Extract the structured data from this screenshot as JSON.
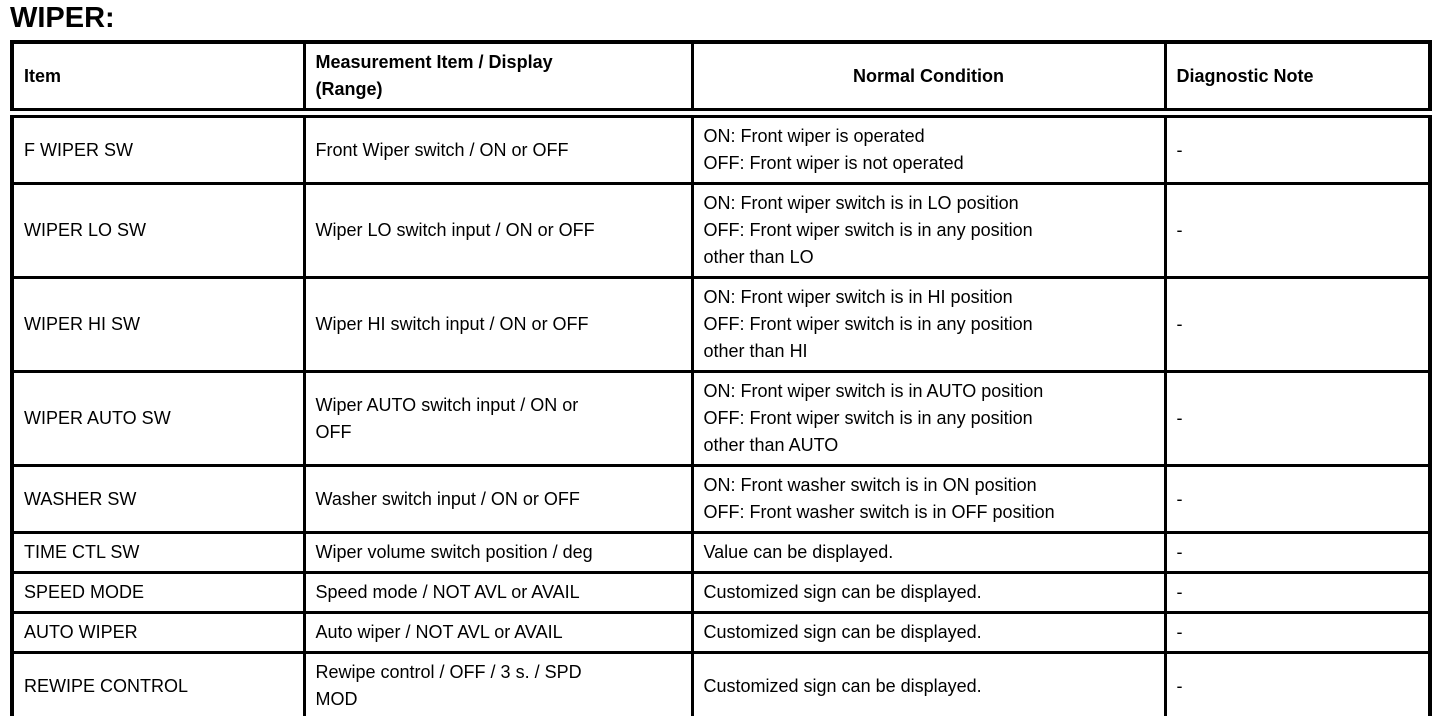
{
  "title": "WIPER:",
  "table": {
    "headers": {
      "item": "Item",
      "measurement": "Measurement Item / Display\n(Range)",
      "normal_condition": "Normal Condition",
      "diagnostic_note": "Diagnostic Note"
    },
    "rows": [
      {
        "item": "F WIPER SW",
        "measurement": "Front Wiper switch / ON or OFF",
        "normal_condition": "ON: Front wiper is operated\nOFF: Front wiper is not operated",
        "diagnostic_note": "-"
      },
      {
        "item": "WIPER LO SW",
        "measurement": "Wiper LO switch input / ON or OFF",
        "normal_condition": "ON: Front wiper switch is in LO position\nOFF: Front wiper switch is in any position\nother than LO",
        "diagnostic_note": "-"
      },
      {
        "item": "WIPER HI SW",
        "measurement": "Wiper HI switch input / ON or OFF",
        "normal_condition": "ON: Front wiper switch is in HI position\nOFF: Front wiper switch is in any position\nother than HI",
        "diagnostic_note": "-"
      },
      {
        "item": "WIPER AUTO SW",
        "measurement": "Wiper AUTO switch input / ON or\nOFF",
        "normal_condition": "ON: Front wiper switch is in AUTO position\nOFF: Front wiper switch is in any position\nother than AUTO",
        "diagnostic_note": "-"
      },
      {
        "item": "WASHER SW",
        "measurement": "Washer switch input / ON or OFF",
        "normal_condition": "ON: Front washer switch is in ON position\nOFF: Front washer switch is in OFF position",
        "diagnostic_note": "-"
      },
      {
        "item": "TIME CTL SW",
        "measurement": "Wiper volume switch position / deg",
        "normal_condition": "Value can be displayed.",
        "diagnostic_note": "-"
      },
      {
        "item": "SPEED MODE",
        "measurement": "Speed mode / NOT AVL or AVAIL",
        "normal_condition": "Customized sign can be displayed.",
        "diagnostic_note": "-"
      },
      {
        "item": "AUTO WIPER",
        "measurement": "Auto wiper / NOT AVL or AVAIL",
        "normal_condition": "Customized sign can be displayed.",
        "diagnostic_note": "-"
      },
      {
        "item": "REWIPE CONTROL",
        "measurement": "Rewipe control / OFF / 3 s. / SPD\nMOD",
        "normal_condition": "Customized sign can be displayed.",
        "diagnostic_note": "-"
      }
    ]
  }
}
